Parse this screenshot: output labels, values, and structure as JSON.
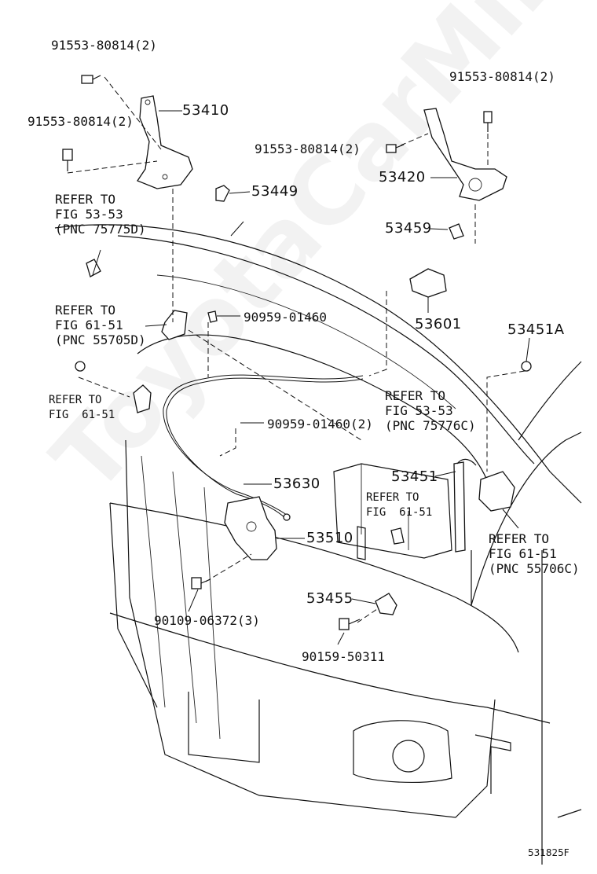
{
  "diagram": {
    "callouts": [
      {
        "id": "c1",
        "text": "91553-80814(2)"
      },
      {
        "id": "c2",
        "text": "53410"
      },
      {
        "id": "c3",
        "text": "91553-80814(2)"
      },
      {
        "id": "c4",
        "text": "53449"
      },
      {
        "id": "c5",
        "text": "REFER TO\nFIG 53-53\n(PNC 75775D)"
      },
      {
        "id": "c6",
        "text": "91553-80814(2)"
      },
      {
        "id": "c7",
        "text": "91553-80814(2)"
      },
      {
        "id": "c8",
        "text": "53420"
      },
      {
        "id": "c9",
        "text": "53459"
      },
      {
        "id": "c10",
        "text": "53601"
      },
      {
        "id": "c11",
        "text": "REFER TO\nFIG 61-51\n(PNC 55705D)"
      },
      {
        "id": "c12",
        "text": "90959-01460"
      },
      {
        "id": "c13",
        "text": "53451A"
      },
      {
        "id": "c14",
        "text": "REFER TO\nFIG  61-51"
      },
      {
        "id": "c15",
        "text": "REFER TO\nFIG 53-53\n(PNC 75776C)"
      },
      {
        "id": "c16",
        "text": "90959-01460(2)"
      },
      {
        "id": "c17",
        "text": "53451"
      },
      {
        "id": "c18",
        "text": "53630"
      },
      {
        "id": "c19",
        "text": "REFER TO\nFIG  61-51"
      },
      {
        "id": "c20",
        "text": "53510"
      },
      {
        "id": "c21",
        "text": "REFER TO\nFIG 61-51\n(PNC 55706C)"
      },
      {
        "id": "c22",
        "text": "53455"
      },
      {
        "id": "c23",
        "text": "90109-06372(3)"
      },
      {
        "id": "c24",
        "text": "90159-50311"
      }
    ],
    "figure_id": "531825F",
    "watermark": "ToyotaCarMine.ru"
  }
}
